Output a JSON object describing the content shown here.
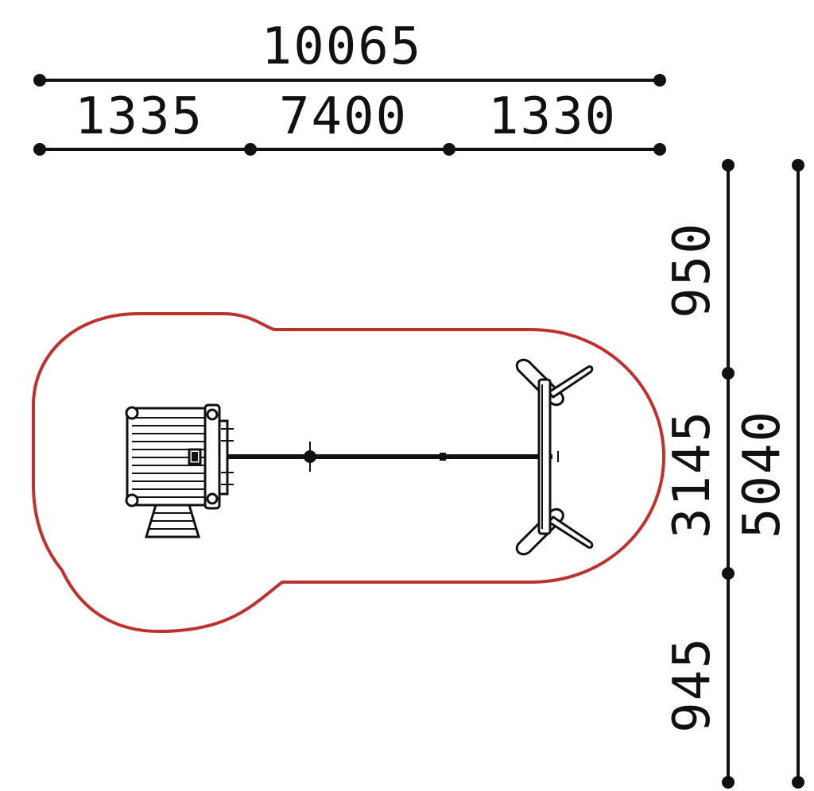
{
  "dimensions": {
    "top_total": "10065",
    "top_left": "1335",
    "top_middle": "7400",
    "top_right": "1330",
    "right_upper": "950",
    "right_middle": "3145",
    "right_lower": "945",
    "right_total": "5040"
  },
  "colors": {
    "ink": "#111111",
    "safety_zone": "#c0302c"
  }
}
